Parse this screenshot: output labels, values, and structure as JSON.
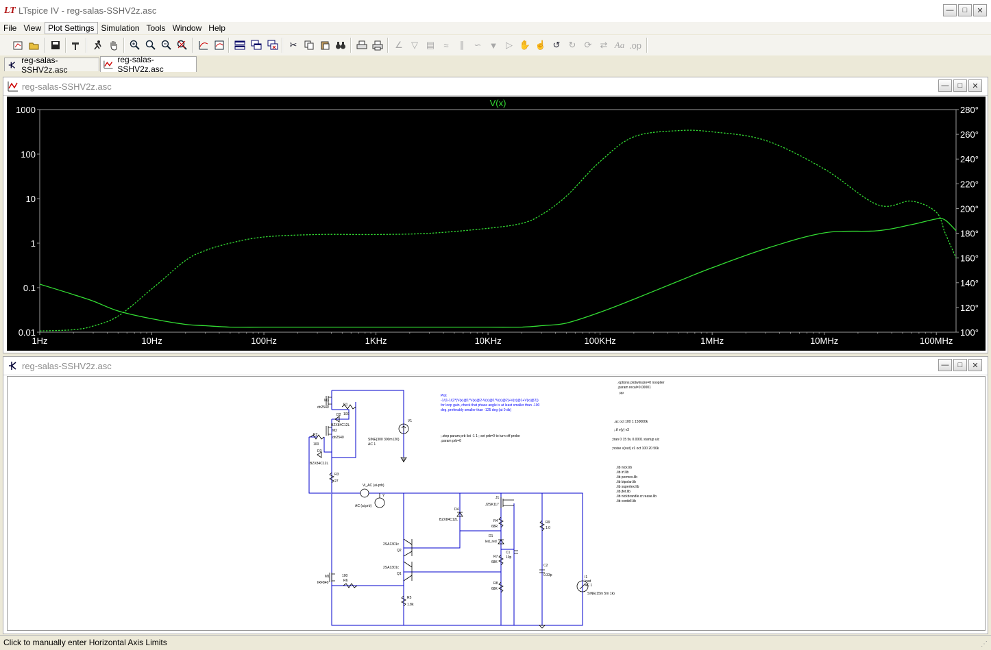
{
  "app": {
    "title": "LTspice IV - reg-salas-SSHV2z.asc"
  },
  "menu": [
    "File",
    "View",
    "Plot Settings",
    "Simulation",
    "Tools",
    "Window",
    "Help"
  ],
  "tabs": [
    {
      "label": "reg-salas-SSHV2z.asc",
      "kind": "schematic"
    },
    {
      "label": "reg-salas-SSHV2z.asc",
      "kind": "waveform"
    }
  ],
  "plot_window": {
    "title": "reg-salas-SSHV2z.asc"
  },
  "schematic_window": {
    "title": "reg-salas-SSHV2z.asc"
  },
  "status": {
    "text": "Click to manually enter Horizontal Axis Limits"
  },
  "colors": {
    "trace": "#33dd33",
    "axis": "#9a9a9a",
    "wire": "#0000cc",
    "text_blue": "#0000ff"
  },
  "chart_data": {
    "type": "line",
    "title": "V(x)",
    "x_scale": "log",
    "y_scale": "log",
    "xlim": [
      1,
      150000000
    ],
    "x_ticks": [
      "1Hz",
      "10Hz",
      "100Hz",
      "1KHz",
      "10KHz",
      "100KHz",
      "1MHz",
      "10MHz",
      "100MHz"
    ],
    "ylim": [
      0.01,
      1000
    ],
    "y_ticks": [
      "1000",
      "100",
      "10",
      "1",
      "0.1",
      "0.01"
    ],
    "y2lim": [
      100,
      280
    ],
    "y2_ticks": [
      "280°",
      "260°",
      "240°",
      "220°",
      "200°",
      "180°",
      "160°",
      "140°",
      "120°",
      "100°"
    ],
    "series": [
      {
        "name": "",
        "kind": "magnitude",
        "style": "solid",
        "x": [
          1,
          2,
          3,
          5,
          10,
          20,
          30,
          50,
          100,
          300,
          1000,
          3000,
          10000,
          20000,
          30000,
          50000,
          100000,
          200000,
          500000,
          1000000,
          3000000,
          10000000,
          30000000,
          60000000,
          100000000,
          120000000,
          150000000
        ],
        "y": [
          0.12,
          0.07,
          0.05,
          0.03,
          0.02,
          0.015,
          0.014,
          0.013,
          0.013,
          0.013,
          0.013,
          0.013,
          0.013,
          0.013,
          0.014,
          0.016,
          0.028,
          0.055,
          0.14,
          0.28,
          0.75,
          1.7,
          1.9,
          2.6,
          3.5,
          3.3,
          1.9
        ]
      },
      {
        "name": "",
        "kind": "phase",
        "style": "dashed",
        "x": [
          1,
          2,
          3,
          5,
          10,
          20,
          30,
          50,
          100,
          300,
          1000,
          3000,
          10000,
          20000,
          30000,
          50000,
          100000,
          200000,
          500000,
          1000000,
          3000000,
          10000000,
          30000000,
          60000000,
          100000000,
          120000000,
          150000000
        ],
        "y": [
          101,
          102,
          105,
          113,
          135,
          158,
          166,
          172,
          177,
          179,
          179,
          180,
          184,
          188,
          195,
          210,
          238,
          258,
          263,
          262,
          255,
          232,
          203,
          206,
          197,
          180,
          160
        ]
      }
    ]
  },
  "schematic": {
    "labels": {
      "m3": "M3",
      "dn2540a": "dn2540",
      "r1": "R1",
      "r1v": "100",
      "d2": "D2",
      "d2v": "BZX84C12L",
      "m2": "M2",
      "dn2540b": "dn2540",
      "r2": "R2",
      "r2v": "100",
      "d3": "D3",
      "d3v": "BZX84C12L",
      "r3": "R3",
      "r3v": "27",
      "v1": "V1",
      "v1v": "SINE(300 300m120)",
      "ac1": "AC 1",
      "viac": "Vi_AC (ai-prb)",
      "y": "Y",
      "acprb": "AC (ai,prb)",
      "d4": "D4",
      "d4v": "BZX84C12L",
      "j1": "J1",
      "j1v": "J2SK117",
      "r4": "R4",
      "r4v": "68R",
      "d1": "D1",
      "d1v": "led_red",
      "c1": "C1",
      "c1v": "10p",
      "r7": "R7",
      "r7v": "68K",
      "r8": "R8",
      "r8v": "68K",
      "r9": "R9",
      "r9v": "1.0",
      "c2": "C2",
      "c2v": "0.33p",
      "q2": "Q2",
      "q2v": "2SA1301c",
      "q1": "Q1",
      "q1v": "2SA1301c",
      "m1": "M1",
      "m1v": "IRF840",
      "r6": "R6",
      "r6v": "100",
      "r5": "R5",
      "r5v": "1.8k",
      "i1": "I1",
      "i1v": "load",
      "i1ac": "AC 1",
      "i1sine": "SINE(15m 5m 1k)"
    },
    "note": [
      "Plot",
      "-1/(1-1/(2*(V(x)@1*V(x)@2-V(x)@1*V(x)@2)+V(x)@1+V(x)@2))",
      "for loop gain, check that phase angle is at least smaller than -100",
      "deg, preferably smaller than -125 deg (at 0 db)"
    ],
    "note2": [
      ";.step param prb list -1 1 ; set prb=0 to turn off probe",
      ".param prb=0"
    ],
    "directives": [
      ".options plotwinsize=0 noopiter",
      ".param recal=0.00001",
      ";op",
      ".ac oct 100 1 150000k",
      ";.tf v(y) v3",
      ";tran 0 15 5u 0.0001 startup uic",
      ";noise v(out) v1 oct 100 20 50k",
      ".lib nick.lib",
      ".lib irf.lib",
      ".lib permox.lib",
      ".lib bipolar.lib",
      ".lib supertex.lib",
      ".lib jfet.lib",
      ".lib nickbrandle.cr.rease.lib",
      ".lib cordell.lib"
    ]
  }
}
